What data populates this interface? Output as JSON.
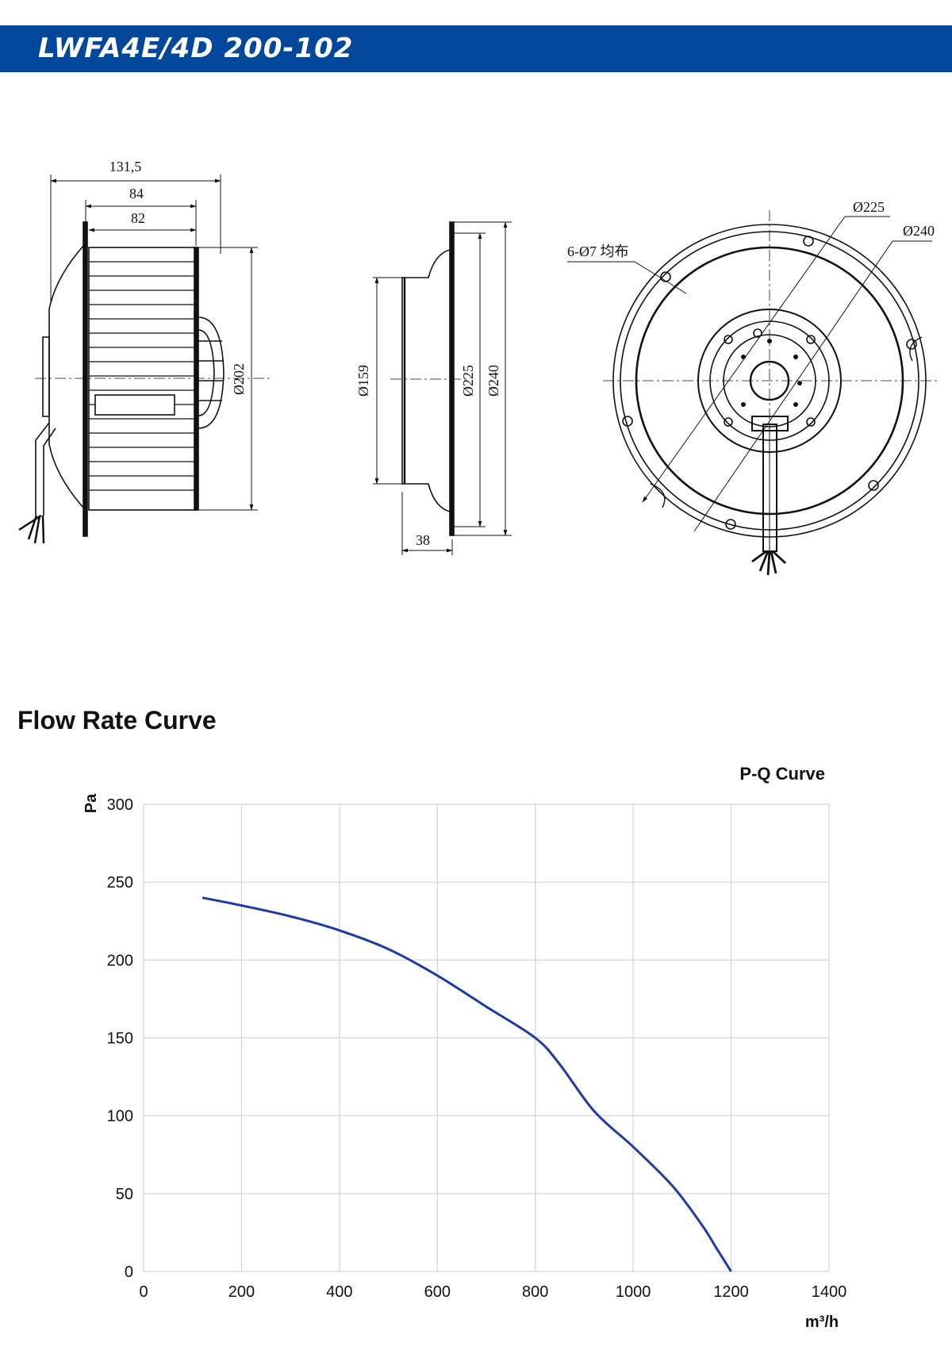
{
  "header": {
    "title": "LWFA4E/4D 200-102",
    "color": "#03479b"
  },
  "drawing": {
    "side_view": {
      "dim_overall": "131,5",
      "dim_84": "84",
      "dim_82": "82",
      "dim_dia": "Ø202"
    },
    "inlet_view": {
      "dim_159": "Ø159",
      "dim_225": "Ø225",
      "dim_240": "Ø240",
      "dim_38": "38"
    },
    "front_view": {
      "holes": "6-Ø7 均布",
      "dim_225": "Ø225",
      "dim_240": "Ø240"
    }
  },
  "section": {
    "title": "Flow Rate Curve"
  },
  "chart_data": {
    "type": "line",
    "title": "P-Q Curve",
    "xlabel": "m³/h",
    "ylabel": "Pa",
    "xlim": [
      0,
      1400
    ],
    "ylim": [
      0,
      300
    ],
    "xticks": [
      0,
      200,
      400,
      600,
      800,
      1000,
      1200,
      1400
    ],
    "yticks": [
      0,
      50,
      100,
      150,
      200,
      250,
      300
    ],
    "grid": true,
    "series": [
      {
        "color": "#1d3aa8",
        "points": [
          [
            120,
            240
          ],
          [
            200,
            235
          ],
          [
            300,
            228
          ],
          [
            400,
            219
          ],
          [
            500,
            207
          ],
          [
            600,
            190
          ],
          [
            700,
            170
          ],
          [
            800,
            150
          ],
          [
            850,
            133
          ],
          [
            920,
            103
          ],
          [
            1000,
            80
          ],
          [
            1080,
            55
          ],
          [
            1140,
            30
          ],
          [
            1170,
            15
          ],
          [
            1200,
            0
          ]
        ]
      }
    ]
  }
}
